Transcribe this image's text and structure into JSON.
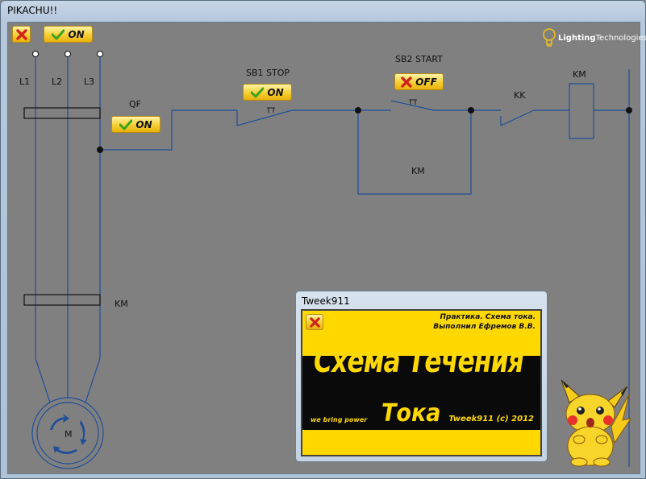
{
  "window": {
    "title": "PIKACHU!!"
  },
  "toolbar": {
    "close_icon": "close-x-icon",
    "power_label": "ON"
  },
  "logo": {
    "bold": "Lighting",
    "rest": "Technologies",
    "icon": "lightbulb-icon"
  },
  "circuit": {
    "phases": [
      "L1",
      "L2",
      "L3"
    ],
    "qf": {
      "label": "QF",
      "state": "ON"
    },
    "sb1": {
      "label": "SB1 STOP",
      "state": "ON"
    },
    "sb2": {
      "label": "SB2 START",
      "state": "OFF"
    },
    "kk_label": "KK",
    "km_coil_label": "KM",
    "km_hold_label": "KM",
    "km_main_label": "KM",
    "motor_label": "M"
  },
  "dialog": {
    "title": "Tweek911",
    "line1": "Практика. Схема тока.",
    "line2": "Выполнил Ефремов В.В.",
    "big_title": "Схема Течения",
    "big_word": "Тока",
    "slogan": "we bring power",
    "copyright": "Tweek911 (c) 2012"
  },
  "colors": {
    "wire": "#1f4e99",
    "button_yellow": "#f6cf35",
    "panel_yellow": "#ffd800"
  }
}
